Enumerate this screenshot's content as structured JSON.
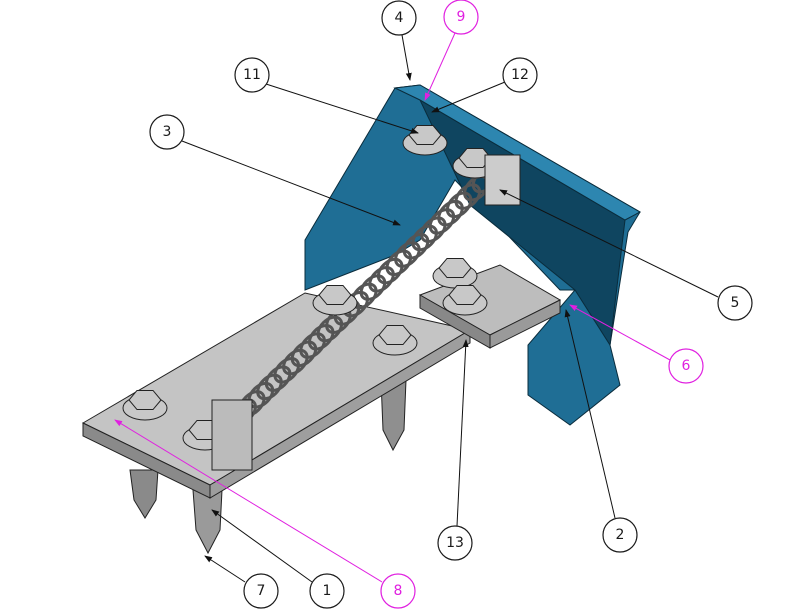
{
  "colors": {
    "black_callout": "#1a1a1a",
    "magenta_callout": "#e020e0",
    "bracket": "#1f6e95",
    "bracket_dark": "#0f4560",
    "plate": "#b8b8b8",
    "plate_dark": "#7d7d7d"
  },
  "balloons": [
    {
      "id": "b4",
      "label": "4",
      "color": "black"
    },
    {
      "id": "b9",
      "label": "9",
      "color": "magenta"
    },
    {
      "id": "b11",
      "label": "11",
      "color": "black"
    },
    {
      "id": "b12",
      "label": "12",
      "color": "black"
    },
    {
      "id": "b3",
      "label": "3",
      "color": "black"
    },
    {
      "id": "b5",
      "label": "5",
      "color": "black"
    },
    {
      "id": "b6",
      "label": "6",
      "color": "magenta"
    },
    {
      "id": "b2",
      "label": "2",
      "color": "black"
    },
    {
      "id": "b13",
      "label": "13",
      "color": "black"
    },
    {
      "id": "b7",
      "label": "7",
      "color": "black"
    },
    {
      "id": "b1",
      "label": "1",
      "color": "black"
    },
    {
      "id": "b8",
      "label": "8",
      "color": "magenta"
    }
  ]
}
